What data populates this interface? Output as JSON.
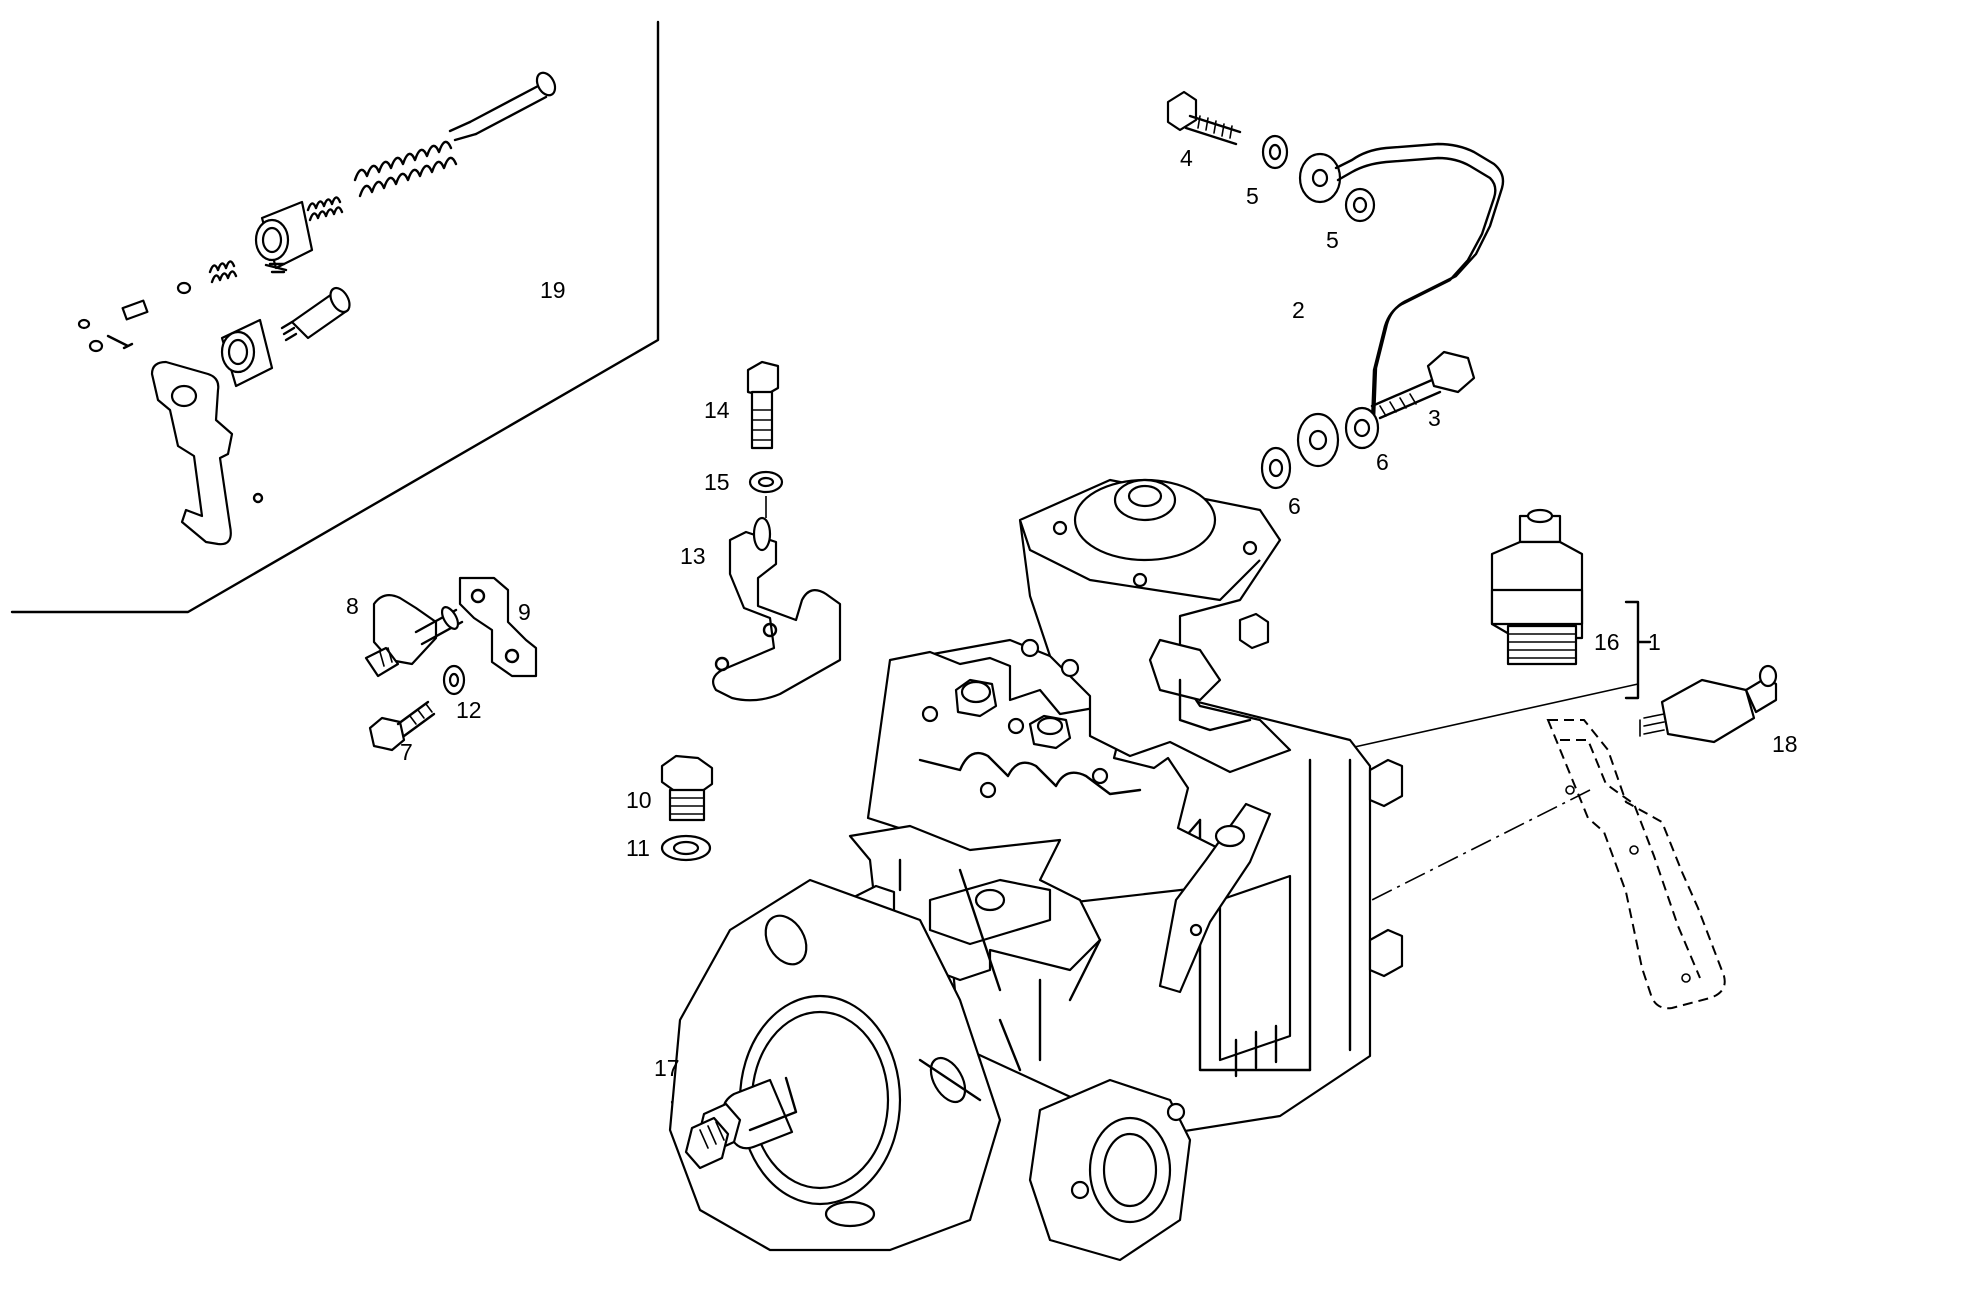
{
  "callouts": {
    "c1": "1",
    "c2": "2",
    "c3": "3",
    "c4": "4",
    "c5a": "5",
    "c5b": "5",
    "c6a": "6",
    "c6b": "6",
    "c7": "7",
    "c8": "8",
    "c9": "9",
    "c10": "10",
    "c11": "11",
    "c12": "12",
    "c13": "13",
    "c14": "14",
    "c15": "15",
    "c16": "16",
    "c17": "17",
    "c18": "18",
    "c19": "19"
  }
}
